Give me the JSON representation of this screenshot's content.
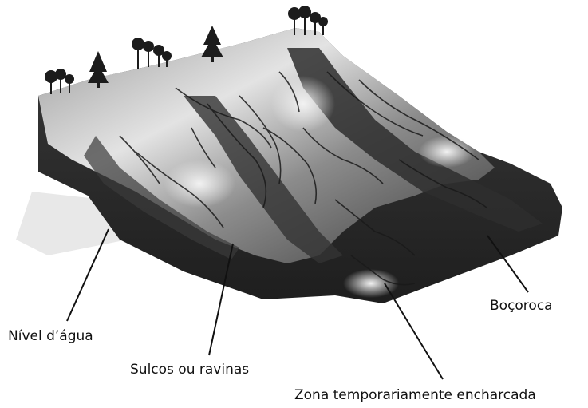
{
  "labels": {
    "water_level": "Nível d’água",
    "furrows_ravines": "Sulcos ou ravinas",
    "gully": "Boçoroca",
    "waterlogged_zone": "Zona temporariamente encharcada"
  },
  "colors": {
    "terrain_dark": "#2b2b2b",
    "terrain_mid": "#6d6d6d",
    "terrain_light": "#d9d9d9",
    "ground_shadow": "#bdbdbd",
    "tree": "#1c1c1c",
    "leader_line": "#111111",
    "text": "#111111"
  }
}
